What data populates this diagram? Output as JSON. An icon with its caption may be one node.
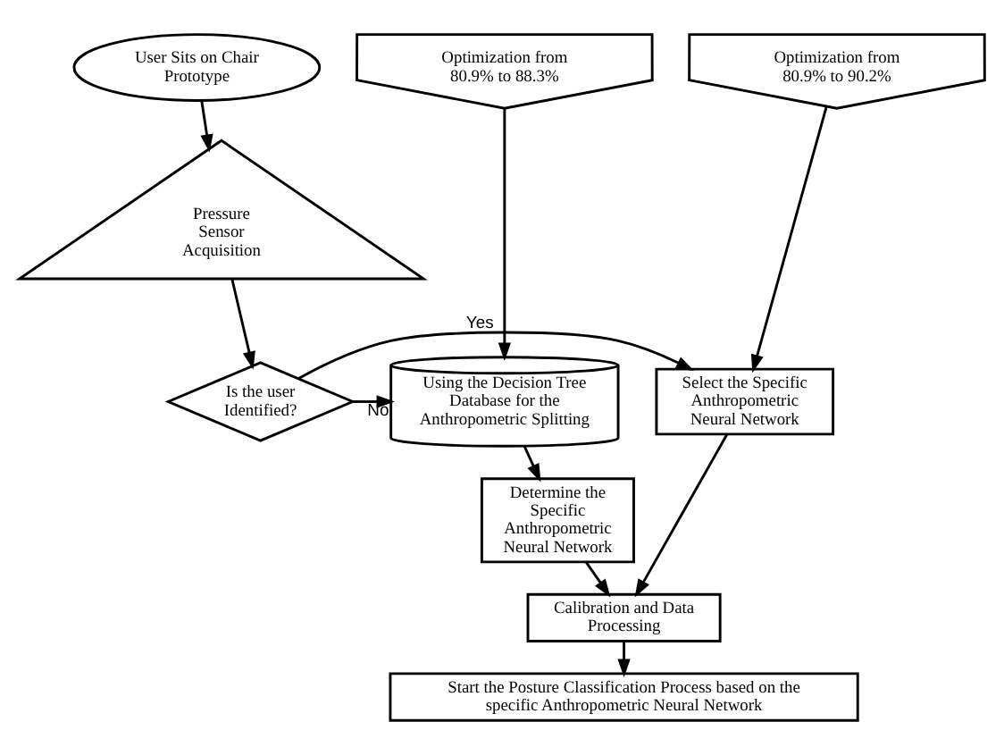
{
  "diagram": {
    "nodes": [
      {
        "text": [
          "Optimization from 80.9% to 88.3%"
        ]
      },
      {
        "text": [
          "User Sits on Chair Prototype"
        ]
      },
      {
        "text": [
          "Optimization from 80.9% to 90.2%"
        ]
      },
      {
        "text": [
          "Pressure Sensor Acquisition"
        ]
      },
      {
        "text": [
          "Using the Decision Tree Database for the Anthropometric Splitting"
        ]
      },
      {
        "text": [
          "Is the user Identified?"
        ]
      },
      {
        "text": [
          "Select the Specific Anthropometric Neural Network"
        ]
      },
      {
        "text": [
          "Determine the Specific Anthropometric Neural Network"
        ]
      },
      {
        "text": [
          "Calibration and Data Processing"
        ]
      },
      {
        "text": [
          "Start the Posture Classification Process based on the specific Anthropometric Neural Network"
        ]
      }
    ],
    "edges": [
      {
        "from": 0,
        "to": 4,
        "arrow": "to"
      },
      {
        "from": 1,
        "to": 3,
        "arrow": "to"
      },
      {
        "from": 3,
        "to": 5,
        "arrow": "to"
      },
      {
        "from": 5,
        "to": 4,
        "arrow": "to",
        "label": "No"
      },
      {
        "from": 5,
        "to": 6,
        "arrow": "to",
        "label": "Yes"
      },
      {
        "from": 2,
        "to": 6,
        "arrow": "to"
      },
      {
        "from": 4,
        "to": 7,
        "arrow": "to"
      },
      {
        "from": 7,
        "to": 8,
        "arrow": "to"
      },
      {
        "from": 6,
        "to": 8,
        "arrow": "to"
      },
      {
        "from": 8,
        "to": 9,
        "arrow": "to"
      }
    ]
  }
}
